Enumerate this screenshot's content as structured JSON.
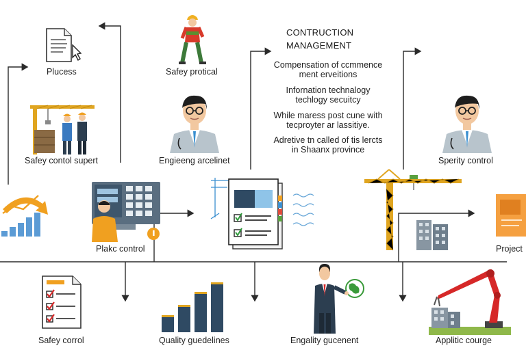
{
  "title": {
    "line1": "CONTRUCTION",
    "line2": "MANAGEMENT"
  },
  "descriptions": [
    {
      "line1": "Compensation of ccmmence",
      "line2": "ment erveitions"
    },
    {
      "line1": "Infornation technalogy",
      "line2": "techlogy secuitcy"
    },
    {
      "line1": "While maress post cune with",
      "line2": "tecproyter ar lassitiye."
    },
    {
      "line1": "Adretive tn called of tis lercts",
      "line2": "in Shaanx province"
    }
  ],
  "labels": {
    "process": "Plucess",
    "safety_protocol": "Safey protical",
    "safety_control_supert": "Safey contol supert",
    "engineering": "Engieeng arcelinet",
    "property_control": "Sperity control",
    "plakc_control": "Plakc control",
    "project": "Project",
    "safety_control": "Safey corrol",
    "quality_guidelines": "Quality guedelines",
    "engality_guidance": "Engality gucenent",
    "applitic_courge": "Applitic courge"
  },
  "colors": {
    "line": "#2b2b2b",
    "crane": "#e0a520",
    "accent_orange": "#f0a020",
    "chart_blue": "#5b9bd5",
    "dark_bar": "#2f4a63",
    "robot_red": "#d62828",
    "suit": "#2c3e50",
    "shirt_blue": "#3a8fd0"
  },
  "quality_bars": [
    0.3,
    0.5,
    0.75,
    0.95
  ],
  "growth_bars": [
    0.2,
    0.35,
    0.5,
    0.7,
    0.88
  ]
}
